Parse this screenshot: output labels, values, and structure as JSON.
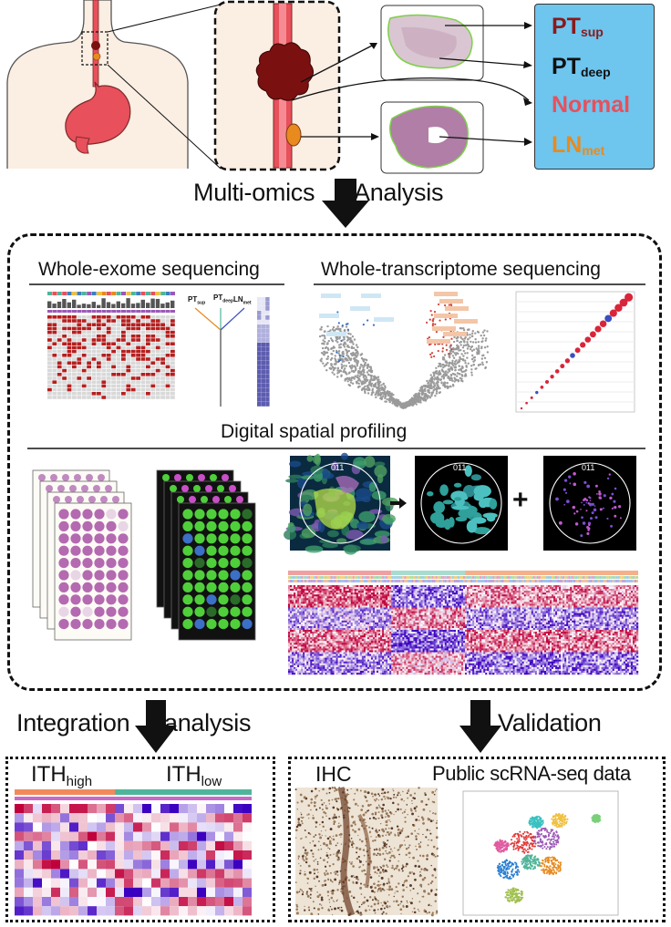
{
  "legend": {
    "pt_sup": {
      "main": "PT",
      "sub": "sup",
      "color": "#8b1a1a"
    },
    "pt_deep": {
      "main": "PT",
      "sub": "deep",
      "color": "#111111"
    },
    "normal": {
      "main": "Normal",
      "color": "#e8505b"
    },
    "ln_met": {
      "main": "LN",
      "sub": "met",
      "color": "#e88a1e"
    }
  },
  "arrows": {
    "multi_omics": {
      "left": "Multi-omics",
      "right": "Analysis"
    },
    "integration": {
      "left": "Integration",
      "right": "analysis"
    },
    "validation": "Validation"
  },
  "sections": {
    "wes": "Whole-exome sequencing",
    "wts": "Whole-transcriptome sequencing",
    "dsp": "Digital spatial profiling"
  },
  "tree_labels": {
    "pt_sup": {
      "main": "PT",
      "sub": "sup"
    },
    "pt_deep": {
      "main": "PT",
      "sub": "deep"
    },
    "ln_met": {
      "main": "LN",
      "sub": "met"
    }
  },
  "roi_id": "011",
  "bottom_left": {
    "ith_high": {
      "main": "ITH",
      "sub": "high"
    },
    "ith_low": {
      "main": "ITH",
      "sub": "low"
    }
  },
  "bottom_right": {
    "ihc": "IHC",
    "public": "Public scRNA-seq data"
  },
  "colors": {
    "esophagus": "#e8505b",
    "tumor": "#7a1010",
    "lymph": "#e88a1e",
    "legend_bg": "#6ec5ee",
    "heat_red": "#c0393b",
    "heat_blue": "#3b4fc0",
    "ith_high_bar": "#f08a5d",
    "ith_low_bar": "#4fb59a"
  }
}
